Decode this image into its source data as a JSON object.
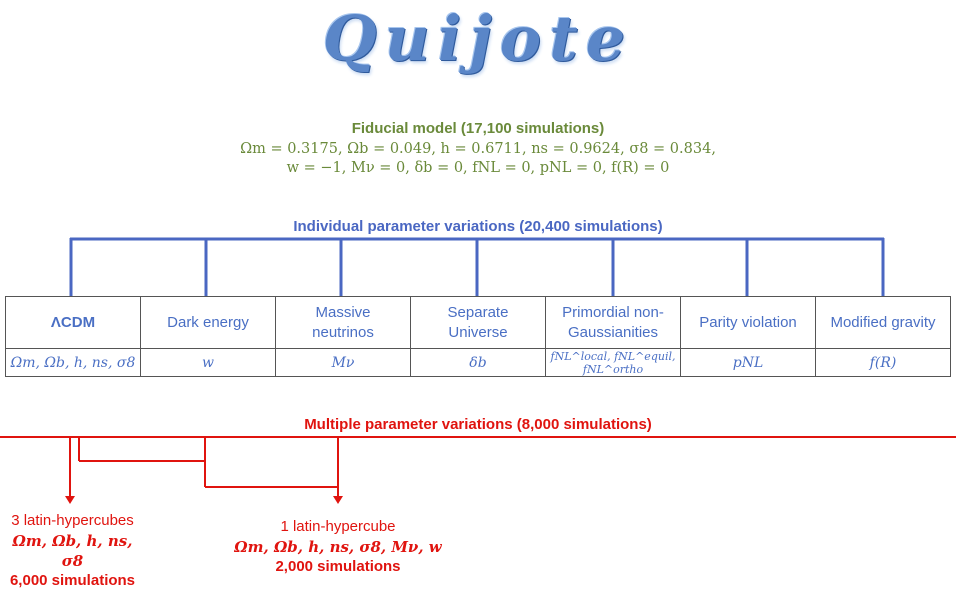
{
  "logo": {
    "text": "Quijote"
  },
  "fiducial": {
    "title": "Fiducial model (17,100 simulations)",
    "line1": "Ωm = 0.3175, Ωb = 0.049, h = 0.6711, ns = 0.9624, σ8 = 0.834,",
    "line2": "w = −1, Mν = 0, δb = 0, fNL = 0, pNL = 0, f(R) = 0"
  },
  "individual": {
    "title": "Individual parameter variations (20,400 simulations)",
    "columns": [
      {
        "name": "ΛCDM",
        "params": "Ωm, Ωb, h, ns, σ8"
      },
      {
        "name": "Dark energy",
        "params": "w"
      },
      {
        "name": "Massive neutrinos",
        "params": "Mν"
      },
      {
        "name": "Separate Universe",
        "params": "δb"
      },
      {
        "name": "Primordial non-Gaussianities",
        "params": "fNL^local, fNL^equil, fNL^ortho"
      },
      {
        "name": "Parity violation",
        "params": "pNL"
      },
      {
        "name": "Modified gravity",
        "params": "f(R)"
      }
    ]
  },
  "multiple": {
    "title": "Multiple parameter variations (8,000 simulations)",
    "left": {
      "label": "3 latin-hypercubes",
      "params": "Ωm, Ωb, h, ns, σ8",
      "count": "6,000 simulations"
    },
    "right": {
      "label": "1 latin-hypercube",
      "params": "Ωm, Ωb, h, ns, σ8, Mν, w",
      "count": "2,000 simulations"
    }
  },
  "colors": {
    "green": "#6a8a3a",
    "blue": "#4a67c2",
    "red": "#e0140f"
  }
}
